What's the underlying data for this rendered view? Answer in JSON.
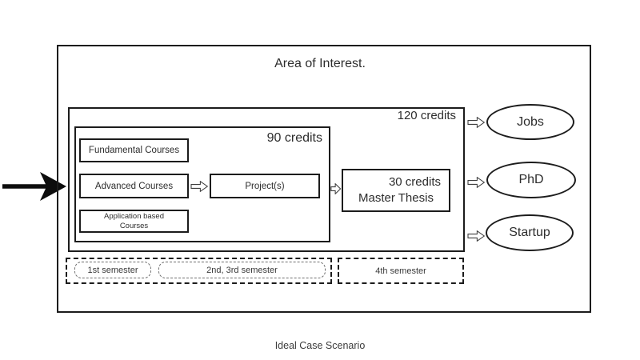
{
  "diagram": {
    "title": "Area of Interest.",
    "caption": "Ideal Case Scenario",
    "outer_group": {
      "credits_label": "120 credits"
    },
    "course_group": {
      "credits_label": "90 credits"
    },
    "boxes": {
      "fundamental": "Fundamental Courses",
      "advanced": "Advanced Courses",
      "application_line1": "Application based",
      "application_line2": "Courses",
      "projects": "Project(s)",
      "thesis_credits": "30 credits",
      "thesis_label": "Master Thesis"
    },
    "outcomes": [
      {
        "label": "Jobs"
      },
      {
        "label": "PhD"
      },
      {
        "label": "Startup"
      }
    ],
    "timeline": {
      "first": "1st semester",
      "second_third": "2nd, 3rd semester",
      "fourth": "4th semester"
    }
  },
  "colors": {
    "line": "#1c1c1c",
    "text": "#2d2d2d",
    "muted_dash": "#6e6e6e",
    "background": "#ffffff"
  }
}
